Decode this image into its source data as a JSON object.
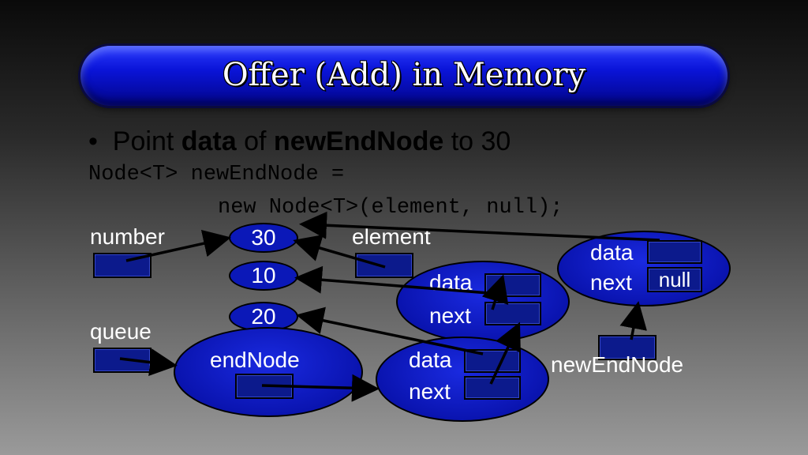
{
  "title": "Offer (Add) in Memory",
  "bullet": {
    "prefix": "Point ",
    "term1": "data",
    "middle": " of ",
    "term2": "newEndNode",
    "suffix": " to 30"
  },
  "code": {
    "line1": "Node<T> newEndNode =",
    "line2": "new Node<T>(element, null);"
  },
  "labels": {
    "number": "number",
    "element": "element",
    "queue": "queue",
    "end_node": "endNode",
    "new_end_node": "newEndNode"
  },
  "values": {
    "v30": "30",
    "v10": "10",
    "v20": "20"
  },
  "nodes": {
    "field_data": "data",
    "field_next": "next",
    "null_text": "null"
  },
  "colors": {
    "title_blue": "#0a14d8",
    "node_blue": "#0b18b8",
    "box_blue": "#0c1a8c"
  }
}
